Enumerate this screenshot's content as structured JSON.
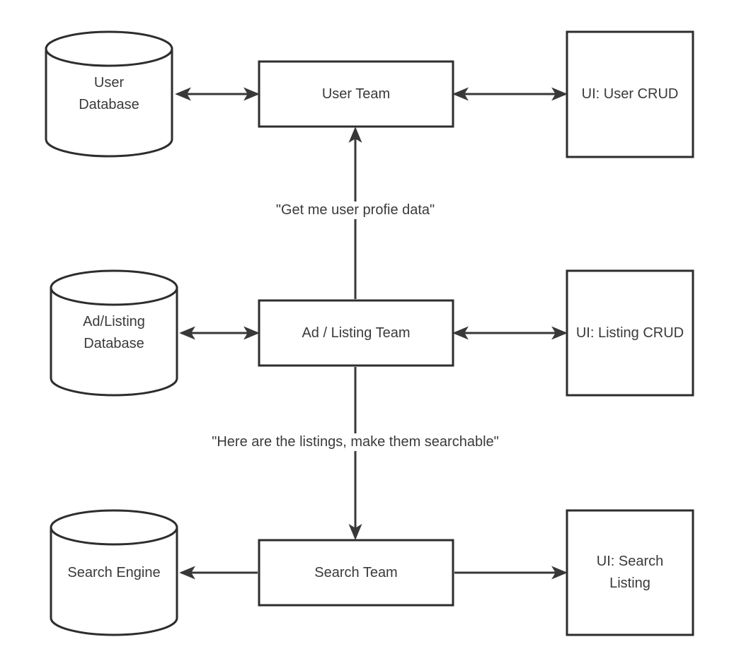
{
  "diagram": {
    "type": "architecture-flowchart",
    "colors": {
      "background": "#ffffff",
      "shape_stroke": "#2d2d2d",
      "arrow": "#383838",
      "text": "#3a3a3a"
    },
    "nodes": {
      "user_database": {
        "label": "User\nDatabase",
        "shape": "cylinder"
      },
      "user_team": {
        "label": "User Team",
        "shape": "rectangle"
      },
      "ui_user_crud": {
        "label": "UI: User CRUD",
        "shape": "rectangle"
      },
      "ad_listing_database": {
        "label": "Ad/Listing\nDatabase",
        "shape": "cylinder"
      },
      "ad_listing_team": {
        "label": "Ad / Listing Team",
        "shape": "rectangle"
      },
      "ui_listing_crud": {
        "label": "UI: Listing CRUD",
        "shape": "rectangle"
      },
      "search_engine": {
        "label": "Search Engine",
        "shape": "cylinder"
      },
      "search_team": {
        "label": "Search Team",
        "shape": "rectangle"
      },
      "ui_search_listing": {
        "label": "UI: Search\nListing",
        "shape": "rectangle"
      }
    },
    "edges": [
      {
        "from": "user_database",
        "to": "user_team",
        "direction": "both",
        "label": ""
      },
      {
        "from": "user_team",
        "to": "ui_user_crud",
        "direction": "both",
        "label": ""
      },
      {
        "from": "ad_listing_team",
        "to": "user_team",
        "direction": "up",
        "label": "\"Get me user profie data\""
      },
      {
        "from": "ad_listing_database",
        "to": "ad_listing_team",
        "direction": "both",
        "label": ""
      },
      {
        "from": "ad_listing_team",
        "to": "ui_listing_crud",
        "direction": "both",
        "label": ""
      },
      {
        "from": "ad_listing_team",
        "to": "search_team",
        "direction": "down",
        "label": "\"Here are the listings, make them searchable\""
      },
      {
        "from": "search_team",
        "to": "search_engine",
        "direction": "one-way",
        "label": ""
      },
      {
        "from": "search_team",
        "to": "ui_search_listing",
        "direction": "one-way",
        "label": ""
      }
    ]
  }
}
